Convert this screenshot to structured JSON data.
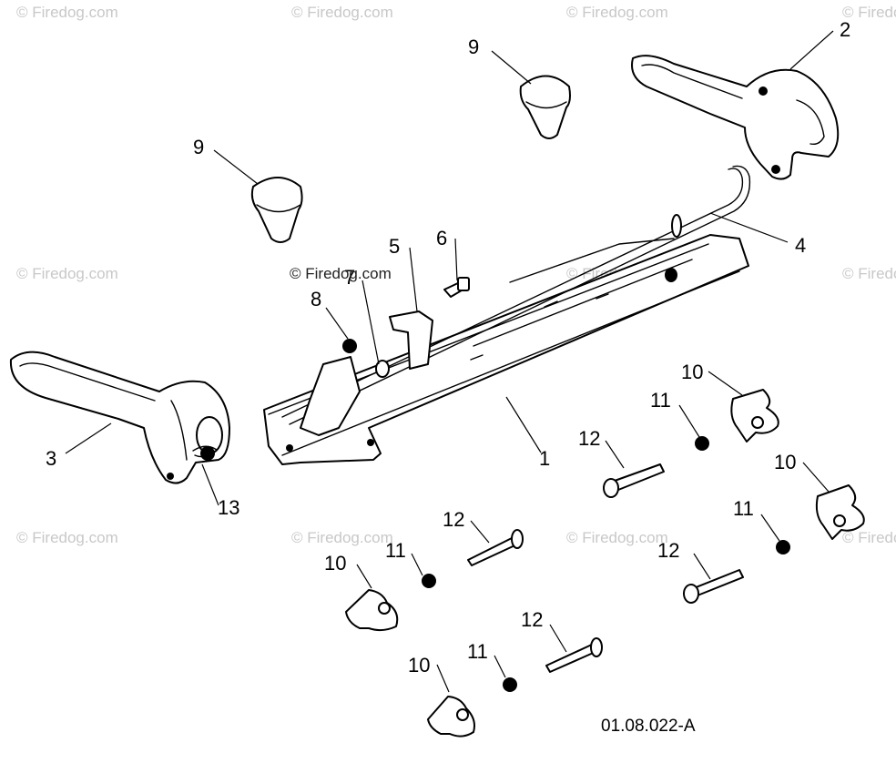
{
  "watermark": "© Firedog.com",
  "document_ref": "01.08.022-A",
  "callouts": {
    "c1": "1",
    "c2": "2",
    "c3": "3",
    "c4": "4",
    "c5": "5",
    "c6": "6",
    "c7": "7",
    "c8": "8",
    "c9": "9",
    "c10": "10",
    "c11": "11",
    "c12": "12",
    "c13": "13"
  }
}
